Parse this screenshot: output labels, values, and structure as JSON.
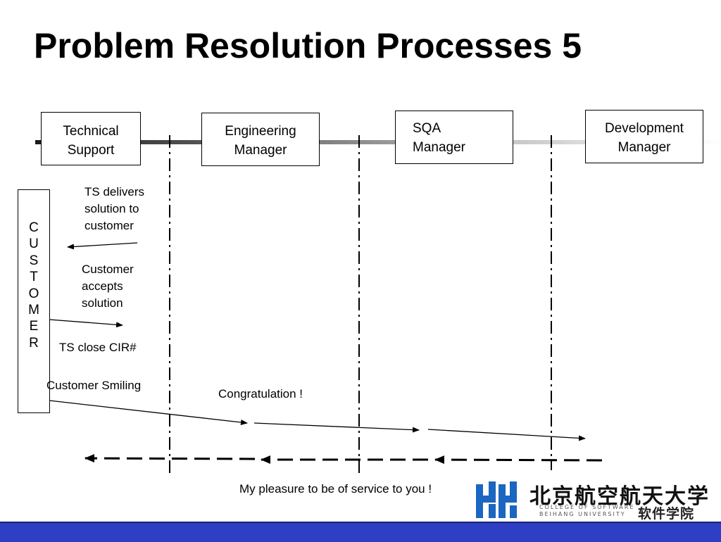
{
  "title": "Problem Resolution Processes 5",
  "lanes": [
    {
      "label": "Technical\nSupport"
    },
    {
      "label": "Engineering\nManager"
    },
    {
      "label": "SQA\nManager"
    },
    {
      "label": "Development\nManager"
    }
  ],
  "customer_letters": [
    "C",
    "U",
    "S",
    "T",
    "O",
    "M",
    "E",
    "R"
  ],
  "notes": {
    "ts_delivers": "TS delivers\nsolution to\ncustomer",
    "customer_accepts": "Customer\naccepts\nsolution",
    "ts_close": "TS close CIR#",
    "customer_smiling": "Customer Smiling",
    "congratulation": "Congratulation !",
    "pleasure": "My pleasure to be of service to you !"
  },
  "logo": {
    "cn_name": "北京航空航天大学",
    "en_line1": "COLLEGE OF SOFTWARE",
    "en_line2": "BEIHANG UNIVERSITY",
    "cn_college": "软件学院"
  },
  "colors": {
    "footer_bar": "#2f3fc4",
    "logo_blue": "#1a66c0"
  }
}
